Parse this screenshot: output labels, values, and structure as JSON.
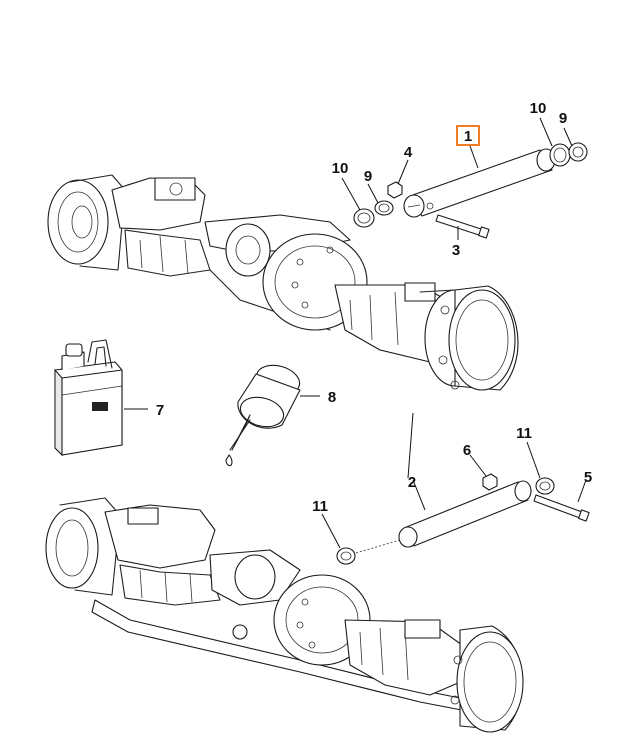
{
  "callouts": {
    "c1": "1",
    "c2": "2",
    "c3": "3",
    "c4": "4",
    "c5": "5",
    "c6": "6",
    "c7": "7",
    "c8": "8",
    "c9a": "9",
    "c9b": "9",
    "c10a": "10",
    "c10b": "10",
    "c11a": "11",
    "c11b": "11"
  },
  "colors": {
    "highlight": "#f07d1e",
    "ink": "#1a1a1a"
  }
}
